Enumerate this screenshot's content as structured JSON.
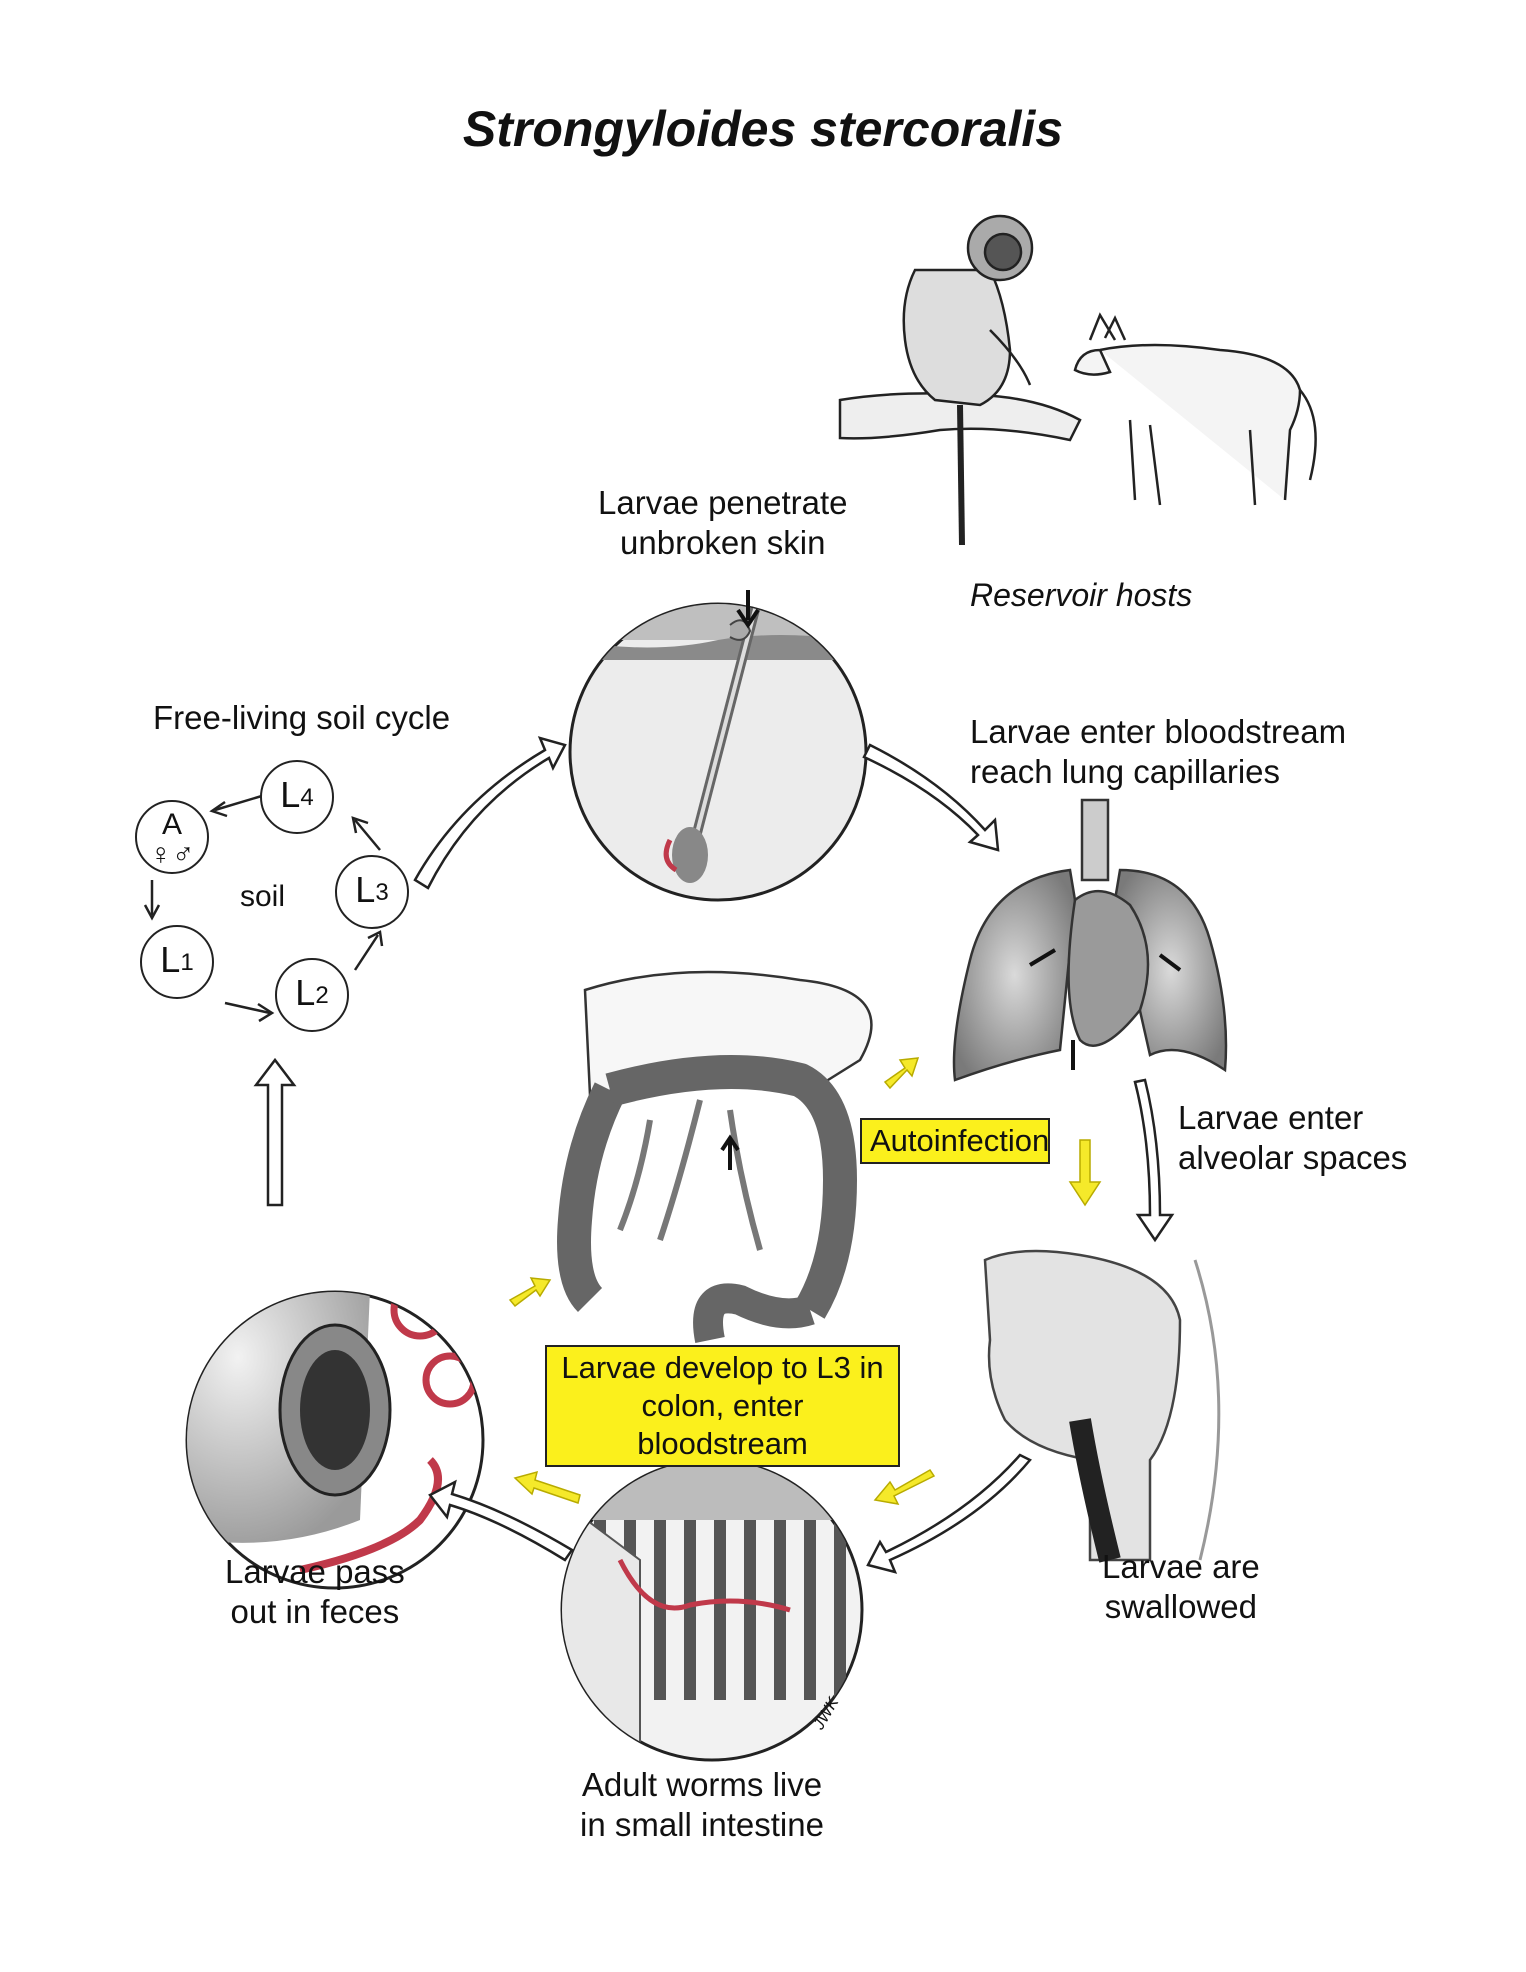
{
  "title": "Strongyloides stercoralis",
  "labels": {
    "reservoir": "Reservoir hosts",
    "penetrate": [
      "Larvae penetrate",
      "unbroken skin"
    ],
    "bloodstream": [
      "Larvae enter bloodstream",
      "reach lung capillaries"
    ],
    "alveolar": [
      "Larvae enter",
      "alveolar spaces"
    ],
    "swallowed": [
      "Larvae are",
      "swallowed"
    ],
    "adult": [
      "Adult worms live",
      "in small intestine"
    ],
    "feces": [
      "Larvae pass",
      "out in feces"
    ],
    "soil_cycle": "Free-living soil cycle",
    "soil": "soil",
    "autoinfection": "Autoinfection",
    "develop": [
      "Larvae develop to L3 in",
      "colon, enter bloodstream"
    ]
  },
  "soil_nodes": {
    "adult": {
      "letter": "A",
      "symbols": "♀♂"
    },
    "l1": {
      "letter": "L",
      "sub": "1"
    },
    "l2": {
      "letter": "L",
      "sub": "2"
    },
    "l3": {
      "letter": "L",
      "sub": "3"
    },
    "l4": {
      "letter": "L",
      "sub": "4"
    }
  },
  "artist_mark": "JWK",
  "colors": {
    "highlight": "#fbf01c",
    "arrow_yellow": "#f5e92a",
    "worm": "#c0394a",
    "tissue": "#b9b9b9"
  }
}
